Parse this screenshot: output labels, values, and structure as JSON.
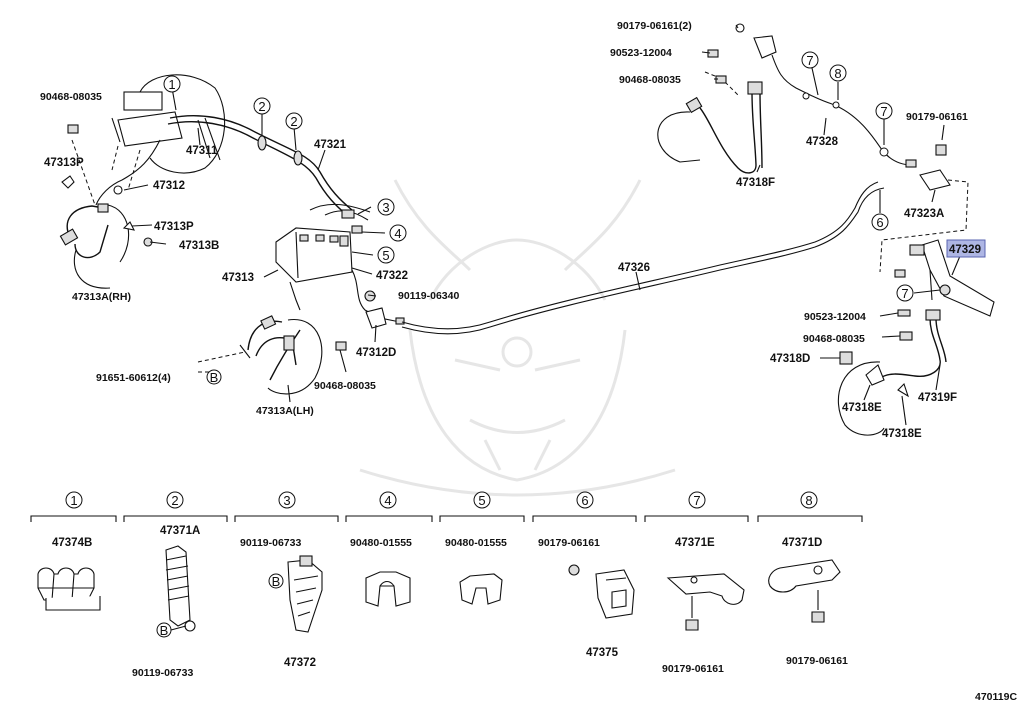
{
  "diagram_id": "470119C",
  "callout_numbers": [
    "1",
    "2",
    "3",
    "4",
    "5",
    "6",
    "7",
    "8"
  ],
  "callout_letter": "B",
  "labels": {
    "l_90468_tl": "90468-08035",
    "l_47313P_a": "47313P",
    "l_47312": "47312",
    "l_47313P_b": "47313P",
    "l_47313B": "47313B",
    "l_47313A_RH": "47313A(RH)",
    "l_47311": "47311",
    "l_47321": "47321",
    "l_47313": "47313",
    "l_47322": "47322",
    "l_90119_06340": "90119-06340",
    "l_47312D": "47312D",
    "l_90468_mid": "90468-08035",
    "l_91651": "91651-60612(4)",
    "l_47313A_LH": "47313A(LH)",
    "l_47326": "47326",
    "l_90179_tr2": "90179-06161(2)",
    "l_90523_top": "90523-12004",
    "l_90468_top": "90468-08035",
    "l_47328": "47328",
    "l_47318F": "47318F",
    "l_90179_right": "90179-06161",
    "l_47323A": "47323A",
    "l_47329": "47329",
    "l_90523_right": "90523-12004",
    "l_90468_right": "90468-08035",
    "l_47318D": "47318D",
    "l_47318E_a": "47318E",
    "l_47319F": "47319F",
    "l_47318E_b": "47318E"
  },
  "legend": [
    {
      "num": "1",
      "parts": [
        "47374B"
      ]
    },
    {
      "num": "2",
      "parts": [
        "47371A",
        "90119-06733"
      ]
    },
    {
      "num": "3",
      "parts": [
        "90119-06733",
        "47372"
      ]
    },
    {
      "num": "4",
      "parts": [
        "90480-01555"
      ]
    },
    {
      "num": "5",
      "parts": [
        "90480-01555"
      ]
    },
    {
      "num": "6",
      "parts": [
        "90179-06161",
        "47375"
      ]
    },
    {
      "num": "7",
      "parts": [
        "47371E",
        "90179-06161"
      ]
    },
    {
      "num": "8",
      "parts": [
        "47371D",
        "90179-06161"
      ]
    }
  ],
  "highlight_color": "#aeb6e4"
}
